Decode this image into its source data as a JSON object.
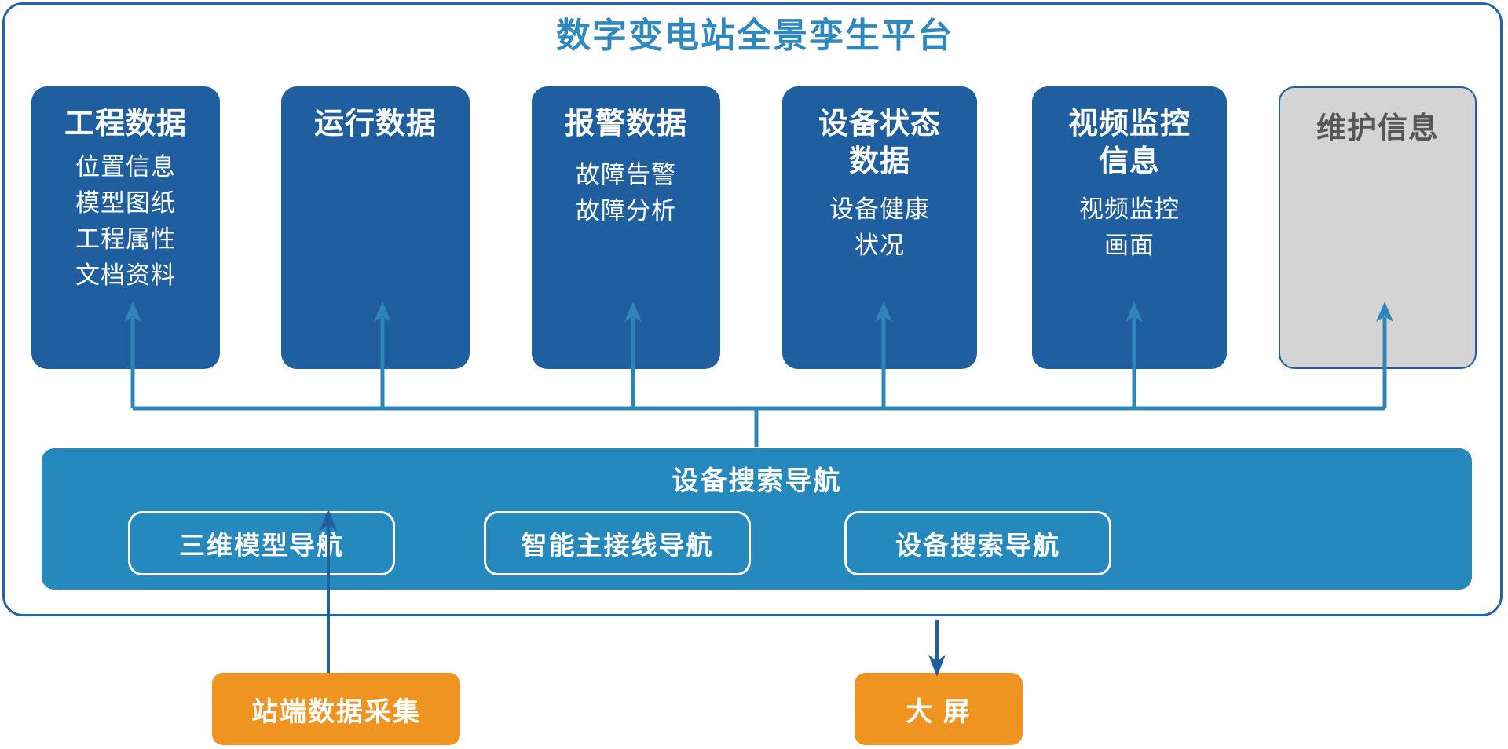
{
  "colors": {
    "panel_border": "#2166A8",
    "title_blue": "#3089BE",
    "card_blue": "#1F5FA0",
    "card_gray": "#D4D4D4",
    "card_gray_text": "#575757",
    "band_blue": "#2589BD",
    "arrow_blue": "#2E86B8",
    "arrow_dark_blue": "#1F5FA0",
    "orange": "#F09421",
    "white": "#FFFFFF"
  },
  "header": {
    "title": "数字变电站全景孪生平台"
  },
  "cards": [
    {
      "title": "工程数据",
      "lines": [
        "位置信息",
        "模型图纸",
        "工程属性",
        "文档资料"
      ],
      "style": "blue"
    },
    {
      "title": "运行数据",
      "lines": [],
      "style": "blue"
    },
    {
      "title": "报警数据",
      "lines": [
        "故障告警",
        "故障分析"
      ],
      "style": "blue"
    },
    {
      "title": "设备状态\n数据",
      "title_line1": "设备状态",
      "title_line2": "数据",
      "lines": [
        "设备健康",
        "状况"
      ],
      "style": "blue"
    },
    {
      "title": "视频监控\n信息",
      "title_line1": "视频监控",
      "title_line2": "信息",
      "lines": [
        "视频监控",
        "画面"
      ],
      "style": "blue"
    },
    {
      "title": "维护信息",
      "lines": [],
      "style": "gray"
    }
  ],
  "nav_band": {
    "title": "设备搜索导航",
    "buttons": [
      {
        "label": "三维模型导航"
      },
      {
        "label": "智能主接线导航"
      },
      {
        "label": "设备搜索导航"
      }
    ]
  },
  "bottom": {
    "boxes": [
      {
        "label": "站端数据采集",
        "direction": "up"
      },
      {
        "label": "大 屏",
        "direction": "down"
      }
    ]
  },
  "icons": {
    "arrow_up": "arrow-up-icon",
    "arrow_down": "arrow-down-icon",
    "bus_line": "bus-line"
  }
}
